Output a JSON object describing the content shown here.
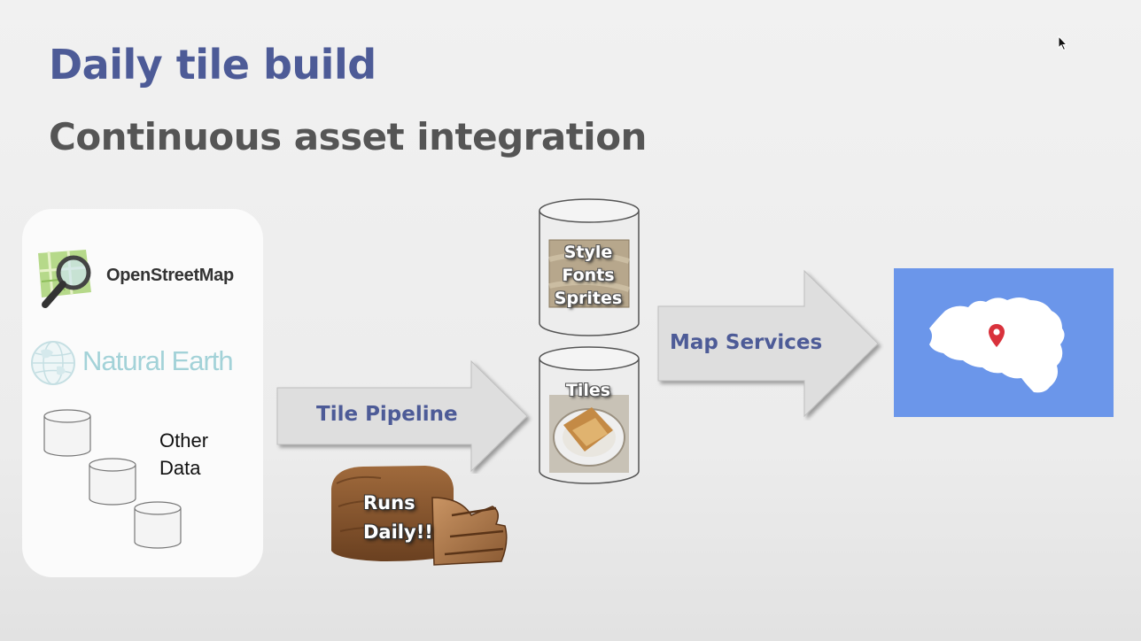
{
  "slide": {
    "title": "Daily tile build",
    "subtitle": "Continuous asset integration"
  },
  "sources": {
    "osm_label": "OpenStreetMap",
    "natural_earth_label": "Natural Earth",
    "other_data_label": "Other Data"
  },
  "pipeline": {
    "arrow_label": "Tile Pipeline",
    "bread_label": "Runs Daily!!"
  },
  "stores": {
    "assets_lines": [
      "Style",
      "Fonts",
      "Sprites"
    ],
    "tiles_label": "Tiles"
  },
  "services": {
    "arrow_label": "Map Services"
  },
  "colors": {
    "title": "#4d5b97",
    "subtitle": "#555555",
    "map_background": "#6b96ea",
    "map_land": "#ffffff",
    "map_pin": "#d9323c",
    "arrow_fill": "#dedede"
  },
  "icons": {
    "osm": "osm-magnifier-icon",
    "natural_earth": "globe-icon",
    "database": "database-icon",
    "pin": "map-pin-icon",
    "cursor": "cursor-icon"
  }
}
